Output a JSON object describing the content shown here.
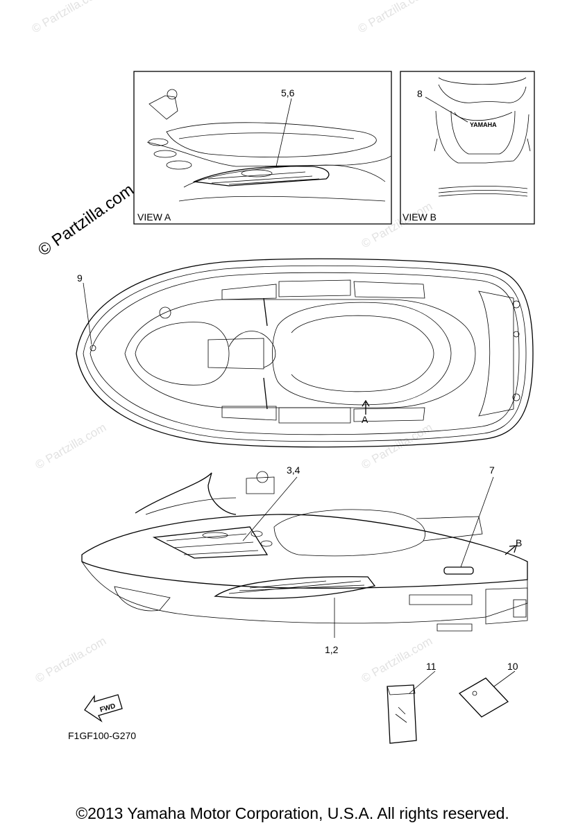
{
  "watermark": {
    "main": "© Partzilla.com",
    "faint": "© Partzilla.com"
  },
  "views": {
    "view_a": "VIEW A",
    "view_b": "VIEW B",
    "yamaha_text": "YAMAHA"
  },
  "callouts": {
    "c56": "5,6",
    "c8": "8",
    "c9": "9",
    "cA": "A",
    "c34": "3,4",
    "c7": "7",
    "cB": "B",
    "c12": "1,2",
    "c11": "11",
    "c10": "10"
  },
  "fwd_label": "FWD",
  "figure_code": "F1GF100-G270",
  "copyright": "©2013 Yamaha Motor Corporation, U.S.A. All rights reserved."
}
